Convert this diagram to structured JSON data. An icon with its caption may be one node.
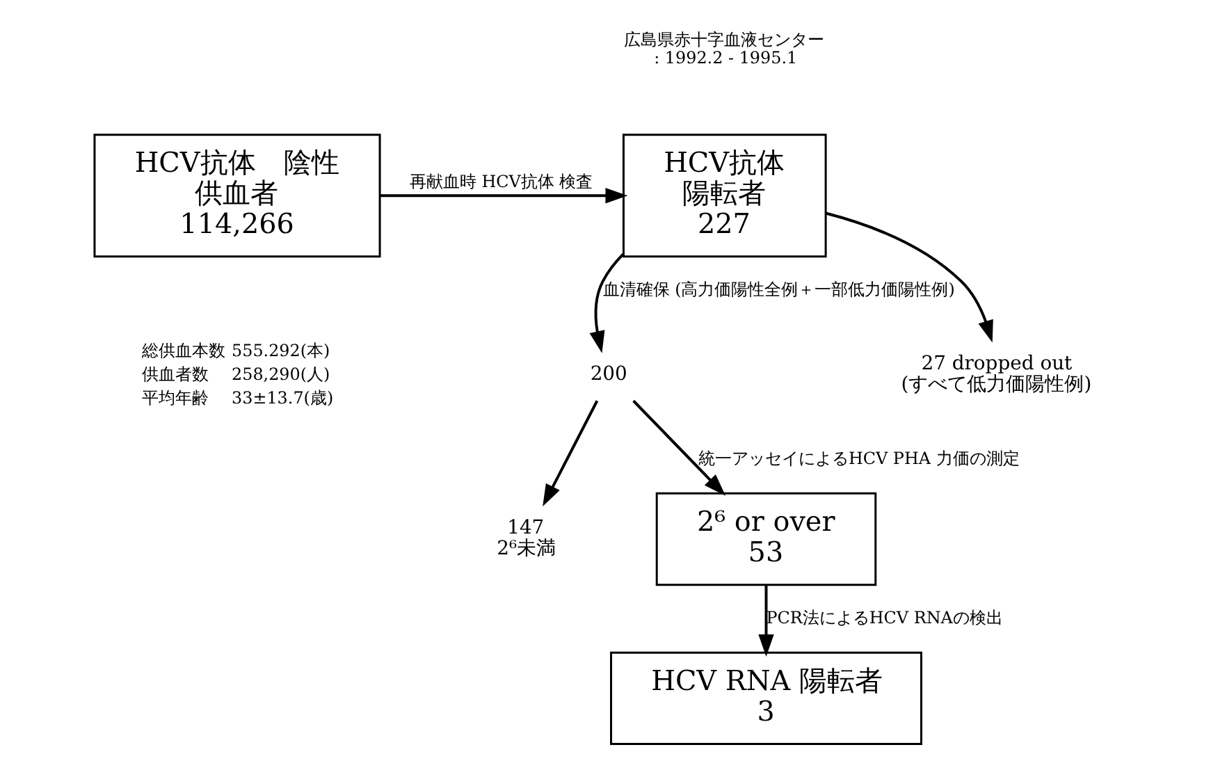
{
  "diagram": {
    "nodes": [
      {
        "text": [
          "HCV抗体　陰性",
          "供血者",
          "114,266"
        ]
      },
      {
        "text": [
          "HCV抗体",
          "陽転者",
          "227"
        ]
      },
      {
        "text": [
          "200"
        ]
      },
      {
        "text": [
          "27 dropped out",
          "(すべて低力価陽性例)"
        ]
      },
      {
        "text": [
          "147",
          "2⁶未満"
        ]
      },
      {
        "text": [
          "2⁶ or over",
          "53"
        ]
      },
      {
        "text": [
          "HCV RNA 陽転者",
          "3"
        ]
      }
    ],
    "edges": [
      {
        "from": 0,
        "to": 1,
        "arrow": "to",
        "label": "再献血時 HCV抗体 検査"
      },
      {
        "from": 1,
        "to": 2,
        "arrow": "to",
        "label": "血清確保 (高力価陽性全例＋一部低力価陽性例)"
      },
      {
        "from": 1,
        "to": 3,
        "arrow": "to"
      },
      {
        "from": 2,
        "to": 4,
        "arrow": "to"
      },
      {
        "from": 2,
        "to": 5,
        "arrow": "to",
        "label": "統一アッセイによるHCV PHA 力価の測定"
      },
      {
        "from": 5,
        "to": 6,
        "arrow": "to",
        "label": "PCR法によるHCV RNAの検出"
      }
    ],
    "labels": [
      "広島県赤十字血液センター",
      ": 1992.2 - 1995.1",
      "総供血本数",
      "555.292(本)",
      "供血者数",
      "258,290(人)",
      "平均年齢",
      "33±13.7(歳)"
    ]
  }
}
